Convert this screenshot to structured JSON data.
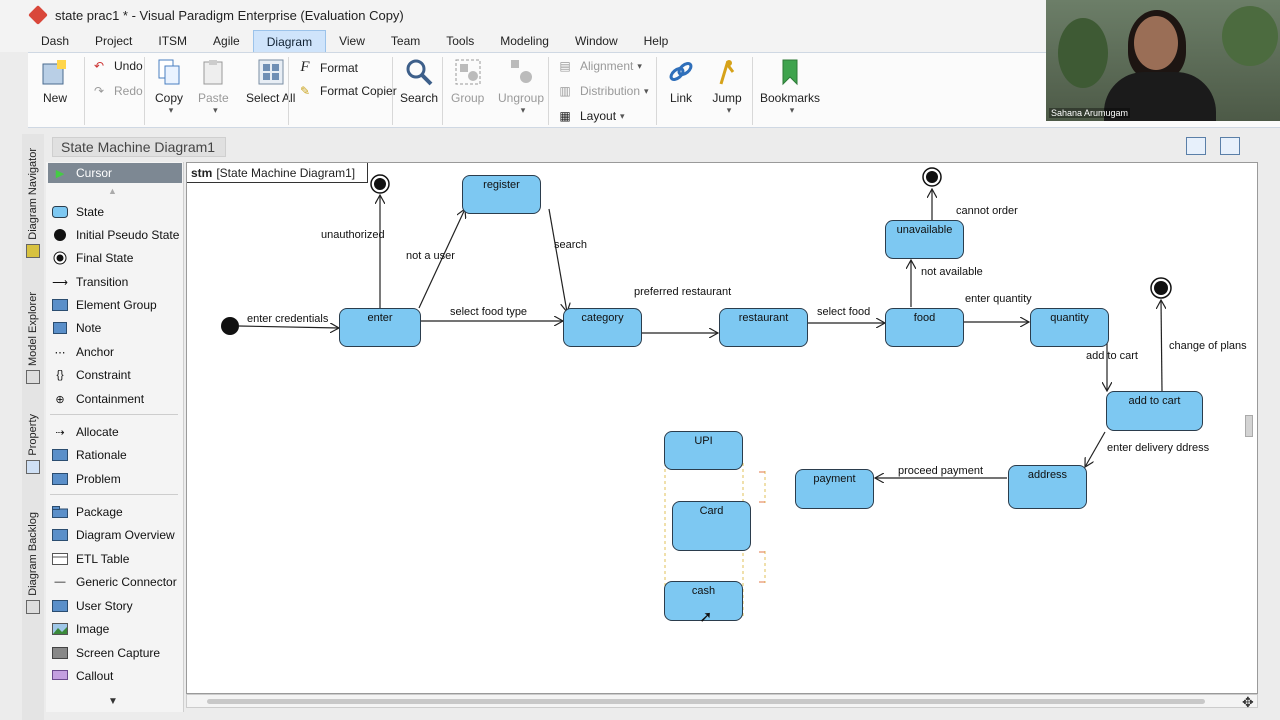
{
  "window": {
    "title": "state prac1 * - Visual Paradigm Enterprise (Evaluation Copy)"
  },
  "menu": [
    "Dash",
    "Project",
    "ITSM",
    "Agile",
    "Diagram",
    "View",
    "Team",
    "Tools",
    "Modeling",
    "Window",
    "Help"
  ],
  "ribbon": {
    "new": "New",
    "undo": "Undo",
    "redo": "Redo",
    "copy": "Copy",
    "paste": "Paste",
    "select_all": "Select All",
    "format": "Format",
    "format_copier": "Format Copier",
    "search": "Search",
    "group": "Group",
    "ungroup": "Ungroup",
    "alignment": "Alignment",
    "distribution": "Distribution",
    "layout": "Layout",
    "link": "Link",
    "jump": "Jump",
    "bookmarks": "Bookmarks"
  },
  "side_tabs": [
    "Diagram Navigator",
    "Model Explorer",
    "Property",
    "Diagram Backlog"
  ],
  "breadcrumb": "State Machine Diagram1",
  "palette": {
    "cursor": "Cursor",
    "group1": [
      "State",
      "Initial Pseudo State",
      "Final State",
      "Transition",
      "Element Group",
      "Note",
      "Anchor",
      "Constraint",
      "Containment"
    ],
    "group2": [
      "Allocate",
      "Rationale",
      "Problem"
    ],
    "group3": [
      "Package",
      "Diagram Overview",
      "ETL Table",
      "Generic Connector",
      "User Story",
      "Image",
      "Screen Capture",
      "Callout"
    ]
  },
  "frame": {
    "keyword": "stm",
    "name": "[State Machine Diagram1]"
  },
  "states": {
    "enter": "enter",
    "register": "register",
    "category": "category",
    "restaurant": "restaurant",
    "food": "food",
    "unavailable": "unavailable",
    "quantity": "quantity",
    "add_to_cart": "add to cart",
    "address": "address",
    "payment": "payment",
    "upi": "UPI",
    "card": "Card",
    "cash": "cash"
  },
  "transitions": {
    "enter_credentials": "enter credentials",
    "unauthorized": "unauthorized",
    "not_a_user": "not a user",
    "search": "search",
    "select_food_type": "select food type",
    "preferred_restaurant": "preferred restaurant",
    "select_food": "select food",
    "not_available": "not available",
    "cannot_order": "cannot order",
    "enter_quantity": "enter quantity",
    "add_to_cart": "add to cart",
    "change_of_plans": "change of plans",
    "enter_delivery_address": "enter delivery ddress",
    "proceed_payment": "proceed payment"
  },
  "webcam": {
    "name": "Sahana Arumugam"
  },
  "colors": {
    "state_fill": "#7dc8f2",
    "state_border": "#2b3d4d",
    "active_menu": "#cfe4fb"
  }
}
